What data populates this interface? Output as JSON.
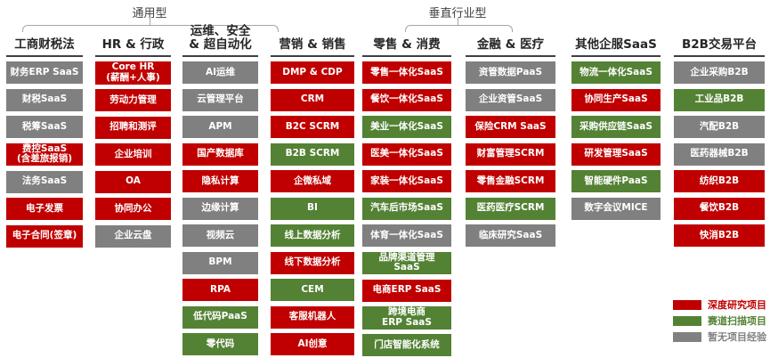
{
  "colors": {
    "red": "#C00000",
    "green": "#548235",
    "gray": "#808080",
    "header_ink": "#262626",
    "bracket_line": "#A6A6A6"
  },
  "groups": [
    {
      "label": "通用型"
    },
    {
      "label": "垂直行业型"
    }
  ],
  "legend": {
    "items": [
      {
        "label": "深度研究项目",
        "type": "red"
      },
      {
        "label": "赛道扫描项目",
        "type": "green"
      },
      {
        "label": "暂无项目经验",
        "type": "gray"
      }
    ]
  },
  "columns": [
    {
      "header": "工商财税法",
      "items": [
        {
          "label": "财务ERP SaaS",
          "type": "gray"
        },
        {
          "label": "财税SaaS",
          "type": "gray"
        },
        {
          "label": "税筹SaaS",
          "type": "gray"
        },
        {
          "label": "费控SaaS\n(含差旅报销)",
          "type": "red"
        },
        {
          "label": "法务SaaS",
          "type": "gray"
        },
        {
          "label": "电子发票",
          "type": "red"
        },
        {
          "label": "电子合同(签章)",
          "type": "red"
        }
      ]
    },
    {
      "header": "HR & 行政",
      "items": [
        {
          "label": "Core HR\n(薪酬+人事)",
          "type": "red"
        },
        {
          "label": "劳动力管理",
          "type": "red"
        },
        {
          "label": "招聘和测评",
          "type": "red"
        },
        {
          "label": "企业培训",
          "type": "red"
        },
        {
          "label": "OA",
          "type": "red"
        },
        {
          "label": "协同办公",
          "type": "red"
        },
        {
          "label": "企业云盘",
          "type": "gray"
        }
      ]
    },
    {
      "header": "运维、安全\n& 超自动化",
      "items": [
        {
          "label": "AI运维",
          "type": "gray"
        },
        {
          "label": "云管理平台",
          "type": "gray"
        },
        {
          "label": "APM",
          "type": "gray"
        },
        {
          "label": "国产数据库",
          "type": "red"
        },
        {
          "label": "隐私计算",
          "type": "red"
        },
        {
          "label": "边缘计算",
          "type": "gray"
        },
        {
          "label": "视频云",
          "type": "gray"
        },
        {
          "label": "BPM",
          "type": "gray"
        },
        {
          "label": "RPA",
          "type": "red"
        },
        {
          "label": "低代码PaaS",
          "type": "green"
        },
        {
          "label": "零代码",
          "type": "green"
        }
      ]
    },
    {
      "header": "营销 & 销售",
      "items": [
        {
          "label": "DMP & CDP",
          "type": "red"
        },
        {
          "label": "CRM",
          "type": "red"
        },
        {
          "label": "B2C SCRM",
          "type": "red"
        },
        {
          "label": "B2B SCRM",
          "type": "green"
        },
        {
          "label": "企微私域",
          "type": "red"
        },
        {
          "label": "BI",
          "type": "green"
        },
        {
          "label": "线上数据分析",
          "type": "green"
        },
        {
          "label": "线下数据分析",
          "type": "red"
        },
        {
          "label": "CEM",
          "type": "green"
        },
        {
          "label": "客服机器人",
          "type": "red"
        },
        {
          "label": "AI创意",
          "type": "red"
        }
      ]
    },
    {
      "header": "零售 & 消费",
      "items": [
        {
          "label": "零售一体化SaaS",
          "type": "red"
        },
        {
          "label": "餐饮一体化SaaS",
          "type": "red"
        },
        {
          "label": "美业一体化SaaS",
          "type": "green"
        },
        {
          "label": "医美一体化SaaS",
          "type": "red"
        },
        {
          "label": "家装一体化SaaS",
          "type": "red"
        },
        {
          "label": "汽车后市场SaaS",
          "type": "green"
        },
        {
          "label": "体育一体化SaaS",
          "type": "gray"
        },
        {
          "label": "品牌渠道管理\nSaaS",
          "type": "green"
        },
        {
          "label": "电商ERP SaaS",
          "type": "red"
        },
        {
          "label": "跨境电商\nERP SaaS",
          "type": "green"
        },
        {
          "label": "门店智能化系统",
          "type": "green"
        }
      ]
    },
    {
      "header": "金融 & 医疗",
      "items": [
        {
          "label": "资管数据PaaS",
          "type": "gray"
        },
        {
          "label": "企业资管SaaS",
          "type": "gray"
        },
        {
          "label": "保险CRM SaaS",
          "type": "red"
        },
        {
          "label": "财富管理SCRM",
          "type": "red"
        },
        {
          "label": "零售金融SCRM",
          "type": "red"
        },
        {
          "label": "医药医疗SCRM",
          "type": "green"
        },
        {
          "label": "临床研究SaaS",
          "type": "gray"
        }
      ]
    },
    {
      "header": "其他企服SaaS",
      "items": [
        {
          "label": "物流一体化SaaS",
          "type": "green"
        },
        {
          "label": "协同生产SaaS",
          "type": "red"
        },
        {
          "label": "采购供应链SaaS",
          "type": "green"
        },
        {
          "label": "研发管理SaaS",
          "type": "red"
        },
        {
          "label": "智能硬件PaaS",
          "type": "green"
        },
        {
          "label": "数字会议MICE",
          "type": "gray"
        }
      ]
    },
    {
      "header": "B2B交易平台",
      "items": [
        {
          "label": "企业采购B2B",
          "type": "gray"
        },
        {
          "label": "工业品B2B",
          "type": "green"
        },
        {
          "label": "汽配B2B",
          "type": "gray"
        },
        {
          "label": "医药器械B2B",
          "type": "gray"
        },
        {
          "label": "纺织B2B",
          "type": "red"
        },
        {
          "label": "餐饮B2B",
          "type": "red"
        },
        {
          "label": "快消B2B",
          "type": "red"
        }
      ]
    }
  ]
}
